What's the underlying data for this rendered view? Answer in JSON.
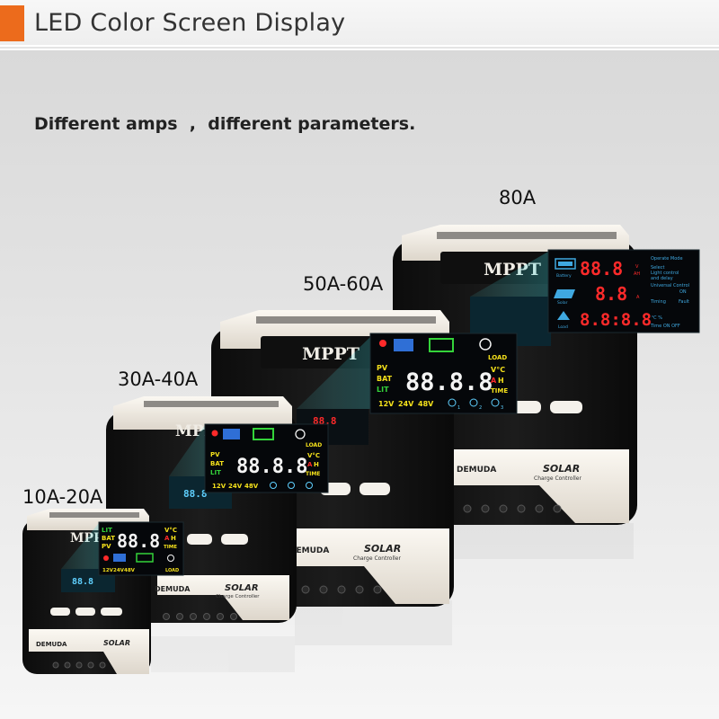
{
  "header": {
    "title": "LED Color Screen Display"
  },
  "subtitle": "Different amps  ,  different parameters.",
  "sizes": {
    "s1020": "10A-20A",
    "s3040": "30A-40A",
    "s5060": "50A-60A",
    "s80": "80A"
  },
  "device": {
    "brand_mppt": "MPPT",
    "maker": "DEMUDA",
    "solar": "SOLAR",
    "charge_controller": "Charge Controller"
  },
  "lcd": {
    "digits": "88.8",
    "digits_wide": "88.8.8",
    "pv": "PV",
    "bat": "BAT",
    "lit": "LIT",
    "load": "LOAD",
    "volt_celsius": "V°C",
    "a": "A",
    "h": "H",
    "time": "TIME",
    "v12": "12V",
    "v24": "24V",
    "v48": "48V",
    "t1": "1",
    "t2": "2",
    "t3": "3"
  },
  "lcd80": {
    "row1_value": "88.8",
    "row1_unit_v": "V",
    "row1_unit_ah": "AH",
    "row2_value": "8.8",
    "row2_unit": "A",
    "row3_value": "8.8:8.8",
    "row3_unit": "℃ %",
    "battery": "Battery",
    "solar": "Solar",
    "load": "Load",
    "operate_mode": "Operate Mode",
    "select": "Select",
    "light_control": "Light control",
    "and_delay": "and delay",
    "universal_control": "Universal Control",
    "on": "ON",
    "timing": "Timing",
    "fault": "Fault",
    "time_on_off": "Time ON OFF"
  },
  "colors": {
    "accent_orange": "#ec6b1c",
    "device_body": "#111111",
    "device_shell": "#f2ede5",
    "lcd_bg": "#05070a",
    "digit_white": "#f4f4f4",
    "digit_red": "#ff2a2a",
    "digit_cyan": "#5fd0ff",
    "label_yellow": "#f5e11b",
    "label_green": "#34d33a",
    "highlight_teal": "#1f8fa0"
  }
}
